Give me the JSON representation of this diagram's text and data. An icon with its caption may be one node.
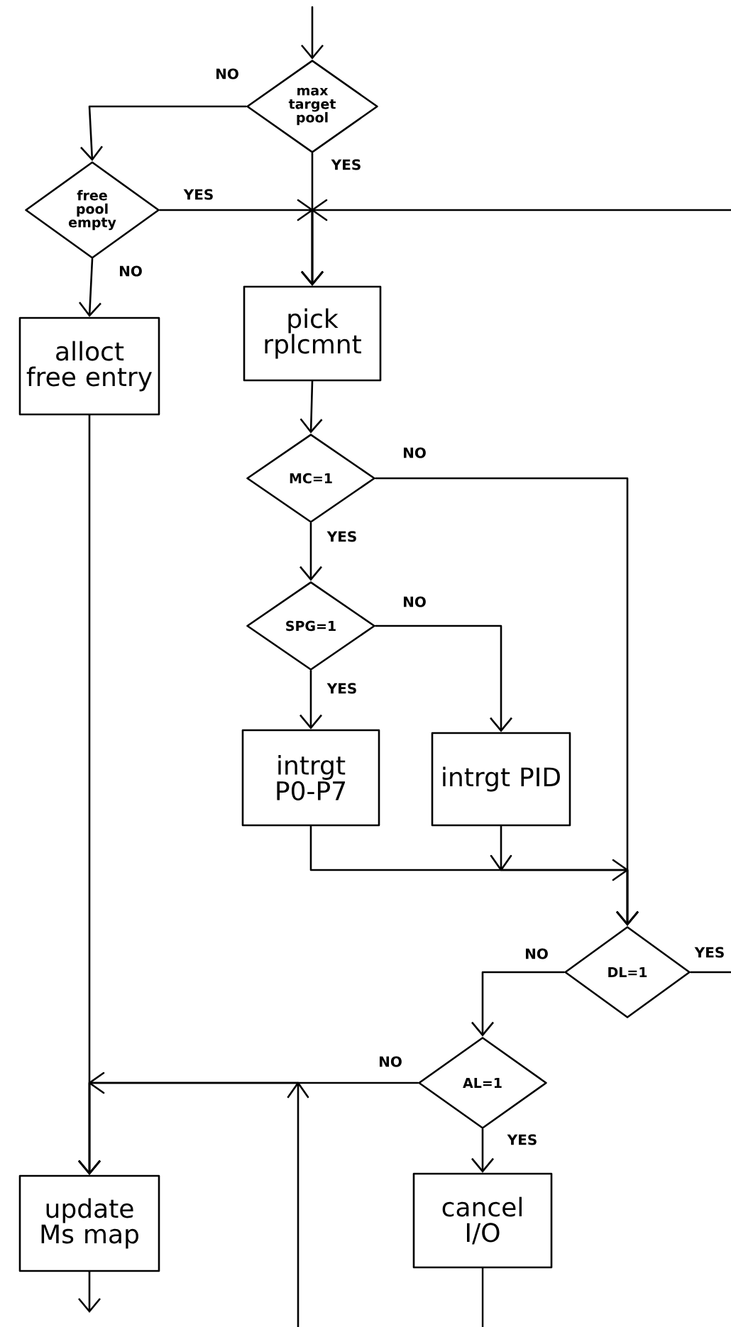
{
  "diagram": {
    "nodes": [
      {
        "text": [
          "max target pool"
        ]
      },
      {
        "text": [
          "free pool empty"
        ]
      },
      {
        "text": [
          "pick rplcmnt"
        ]
      },
      {
        "text": [
          "alloct free entry"
        ]
      },
      {
        "text": [
          "MC=1"
        ]
      },
      {
        "text": [
          "SPG=1"
        ]
      },
      {
        "text": [
          "intrgt P0-P7"
        ]
      },
      {
        "text": [
          "intrgt PID"
        ]
      },
      {
        "text": [
          "DL=1"
        ]
      },
      {
        "text": [
          "AL=1"
        ]
      },
      {
        "text": [
          "update Ms map"
        ]
      },
      {
        "text": [
          "cancel I/O"
        ]
      }
    ],
    "edges": [
      {
        "from": null,
        "to": 0,
        "arrow": "to"
      },
      {
        "from": 0,
        "to": 1,
        "arrow": "to",
        "label": "NO"
      },
      {
        "from": 0,
        "to": 2,
        "arrow": "to",
        "label": "YES"
      },
      {
        "from": 1,
        "to": 2,
        "arrow": "to",
        "label": "YES"
      },
      {
        "from": null,
        "to": 2,
        "arrow": "to"
      },
      {
        "from": 1,
        "to": 3,
        "arrow": "to",
        "label": "NO"
      },
      {
        "from": 2,
        "to": 4,
        "arrow": "to"
      },
      {
        "from": 4,
        "to": 8,
        "arrow": "to",
        "label": "NO"
      },
      {
        "from": 4,
        "to": 5,
        "arrow": "to",
        "label": "YES"
      },
      {
        "from": 5,
        "to": 7,
        "arrow": "to",
        "label": "NO"
      },
      {
        "from": 5,
        "to": 6,
        "arrow": "to",
        "label": "YES"
      },
      {
        "from": 6,
        "to": 8,
        "arrow": "to"
      },
      {
        "from": 7,
        "to": 8,
        "arrow": "to"
      },
      {
        "from": 8,
        "to": null,
        "arrow": "none",
        "label": "YES"
      },
      {
        "from": 8,
        "to": 9,
        "arrow": "to",
        "label": "NO"
      },
      {
        "from": 9,
        "to": 10,
        "arrow": "to",
        "label": "NO"
      },
      {
        "from": 3,
        "to": 10,
        "arrow": "to"
      },
      {
        "from": null,
        "to": 10,
        "arrow": "to"
      },
      {
        "from": 9,
        "to": 11,
        "arrow": "to",
        "label": "YES"
      },
      {
        "from": 11,
        "to": null,
        "arrow": "none"
      },
      {
        "from": 10,
        "to": null,
        "arrow": "to"
      }
    ]
  }
}
